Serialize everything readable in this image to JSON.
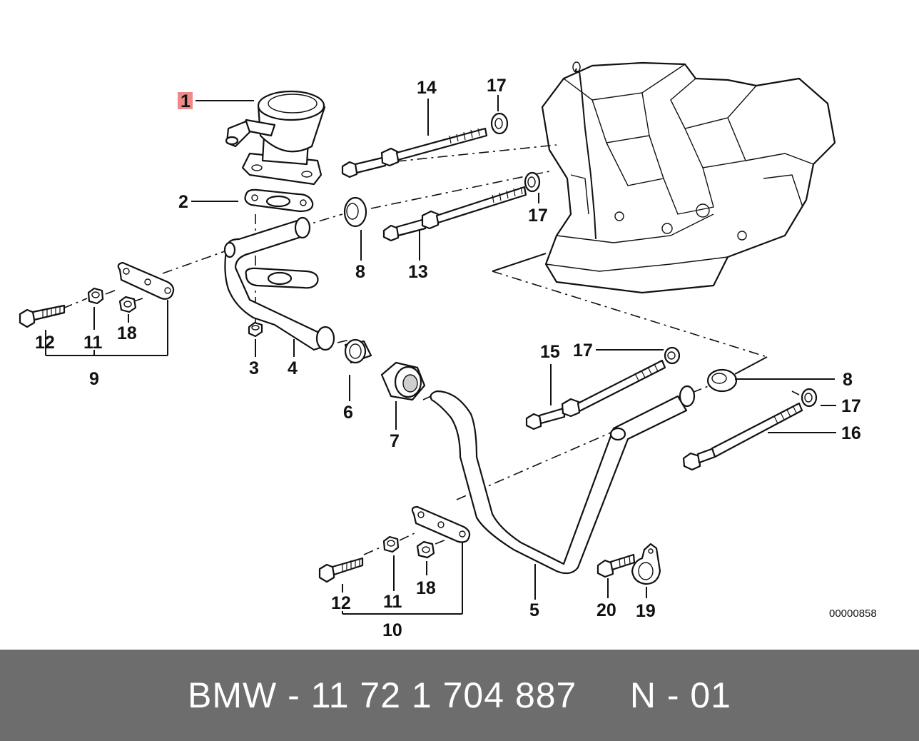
{
  "diagram": {
    "callouts": {
      "p1": "1",
      "p2": "2",
      "p3": "3",
      "p4": "4",
      "p5": "5",
      "p6": "6",
      "p7": "7",
      "p8a": "8",
      "p8b": "8",
      "p9": "9",
      "p10": "10",
      "p11a": "11",
      "p11b": "11",
      "p12a": "12",
      "p12b": "12",
      "p13": "13",
      "p14": "14",
      "p15": "15",
      "p16": "16",
      "p17a": "17",
      "p17b": "17",
      "p17c": "17",
      "p17d": "17",
      "p18a": "18",
      "p18b": "18",
      "p19": "19",
      "p20": "20"
    },
    "highlight_color": "#f08a8a",
    "reference_number": "00000858"
  },
  "footer": {
    "text": "BMW - 11 72 1 704 887     N - 01",
    "background": "#6d6d6d",
    "text_color": "#ffffff"
  }
}
